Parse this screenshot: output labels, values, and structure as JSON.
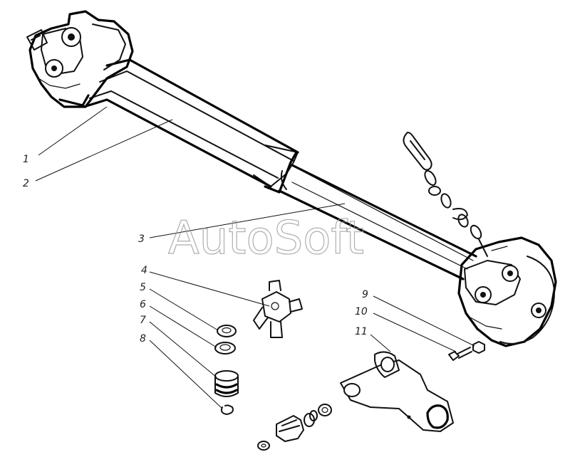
{
  "watermark": "AutoSoft",
  "callouts": [
    "1",
    "2",
    "3",
    "4",
    "5",
    "6",
    "7",
    "8",
    "9",
    "10",
    "11"
  ],
  "colors": {
    "ink": "#111111",
    "watermark": "#9a9a9a",
    "background": "#ffffff"
  }
}
